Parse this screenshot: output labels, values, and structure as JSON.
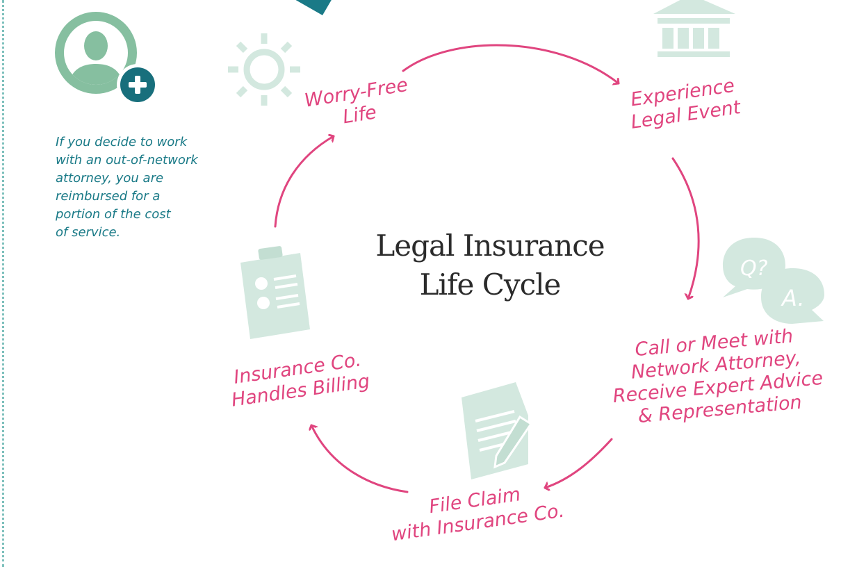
{
  "note": {
    "lines": [
      "If you decide to work",
      "with an out-of-network",
      "attorney, you are",
      "reimbursed for a",
      "portion of the cost",
      "of service."
    ]
  },
  "title": {
    "line1": "Legal Insurance",
    "line2": "Life Cycle"
  },
  "steps": [
    {
      "lines": [
        "Worry-Free",
        "Life"
      ],
      "icon": "sun-icon"
    },
    {
      "lines": [
        "Experience",
        "Legal Event"
      ],
      "icon": "courthouse-icon"
    },
    {
      "lines": [
        "Call or Meet with",
        "Network Attorney,",
        "Receive Expert Advice",
        "& Representation"
      ],
      "icon": "question-answer-icon"
    },
    {
      "lines": [
        "File Claim",
        "with Insurance Co."
      ],
      "icon": "document-pen-icon"
    },
    {
      "lines": [
        "Insurance Co.",
        "Handles Billing"
      ],
      "icon": "clipboard-checklist-icon"
    }
  ],
  "colors": {
    "accent_pink": "#e0457f",
    "teal": "#1a7a87",
    "icon_light_green": "#d3e8df",
    "avatar_green": "#86bfa0",
    "dotted_rule": "#7dc0bc"
  }
}
